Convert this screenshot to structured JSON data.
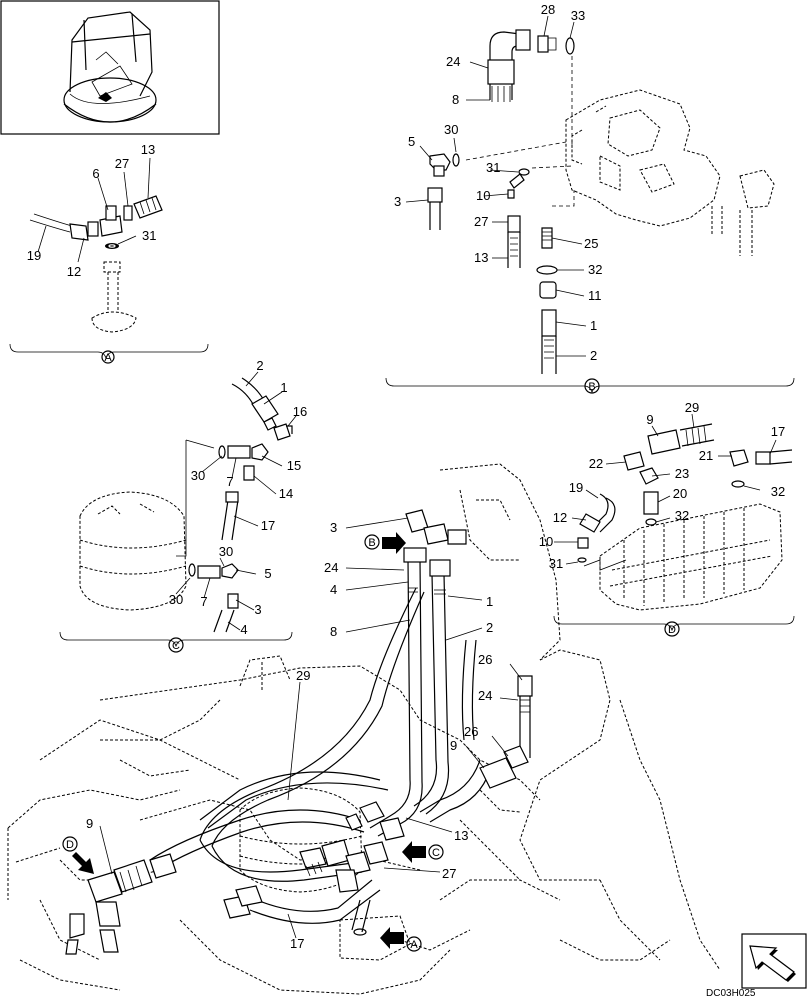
{
  "callouts": {
    "a_6": "6",
    "a_27": "27",
    "a_13": "13",
    "a_31": "31",
    "a_19": "19",
    "a_12": "12",
    "b_28": "28",
    "b_33": "33",
    "b_24": "24",
    "b_8": "8",
    "b_30": "30",
    "b_5": "5",
    "b_31": "31",
    "b_10": "10",
    "b_3": "3",
    "b_27": "27",
    "b_13": "13",
    "b_25": "25",
    "b_32": "32",
    "b_11": "11",
    "b_1": "1",
    "b_2": "2",
    "c_2": "2",
    "c_1": "1",
    "c_16": "16",
    "c_30a": "30",
    "c_15": "15",
    "c_7a": "7",
    "c_14": "14",
    "c_17": "17",
    "c_30b": "30",
    "c_5": "5",
    "c_30c": "30",
    "c_7b": "7",
    "c_3": "3",
    "c_4": "4",
    "d_9": "9",
    "d_29": "29",
    "d_17": "17",
    "d_22": "22",
    "d_23": "23",
    "d_21": "21",
    "d_32a": "32",
    "d_19": "19",
    "d_20": "20",
    "d_12": "12",
    "d_32b": "32",
    "d_10": "10",
    "d_31": "31",
    "m_3": "3",
    "m_24": "24",
    "m_4": "4",
    "m_1": "1",
    "m_8": "8",
    "m_2": "2",
    "m_29": "29",
    "m_26a": "26",
    "m_24b": "24",
    "m_26b": "26",
    "m_9a": "9",
    "m_13": "13",
    "m_9b": "9",
    "m_27": "27",
    "m_17": "17"
  },
  "views": {
    "a": "A",
    "b": "B",
    "c": "C",
    "d": "D"
  },
  "reference_code": "DC03H025",
  "icons": {
    "nav": "next-section-arrow-icon"
  }
}
